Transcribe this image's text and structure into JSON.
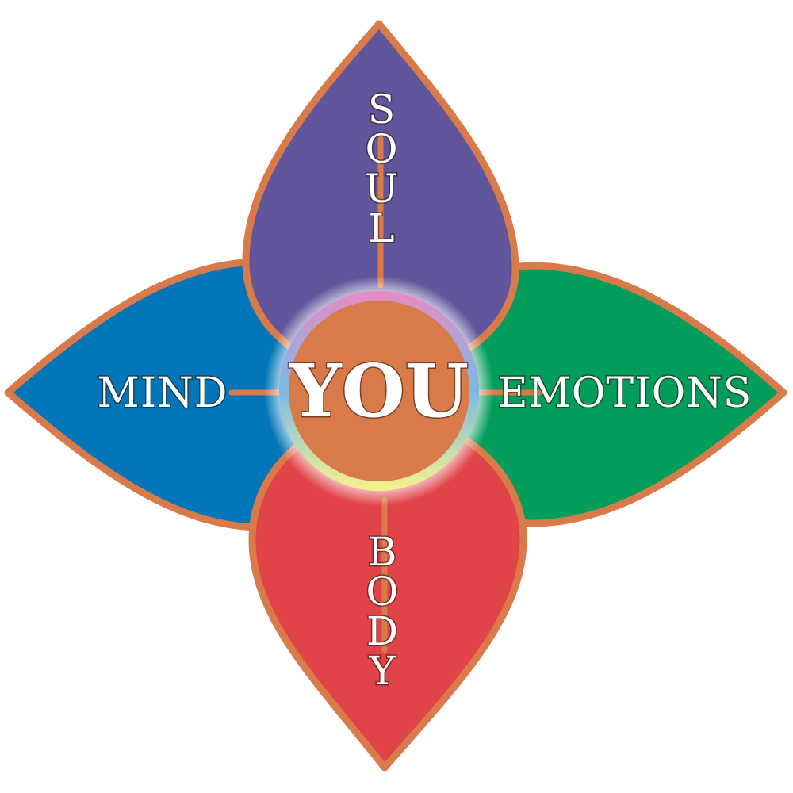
{
  "center": {
    "label": "YOU"
  },
  "petals": {
    "top": {
      "label": "SOUL",
      "color": "#61569b"
    },
    "left": {
      "label": "MIND",
      "color": "#0276b8"
    },
    "right": {
      "label": "EMOTIONS",
      "color": "#029d5b"
    },
    "bottom": {
      "label": "BODY",
      "color": "#e04448"
    }
  },
  "colors": {
    "outline": "#d97a4a",
    "center_fill": "#d97a4a",
    "ring": [
      "#e38fc0",
      "#79b8e4",
      "#f6f08a"
    ]
  }
}
